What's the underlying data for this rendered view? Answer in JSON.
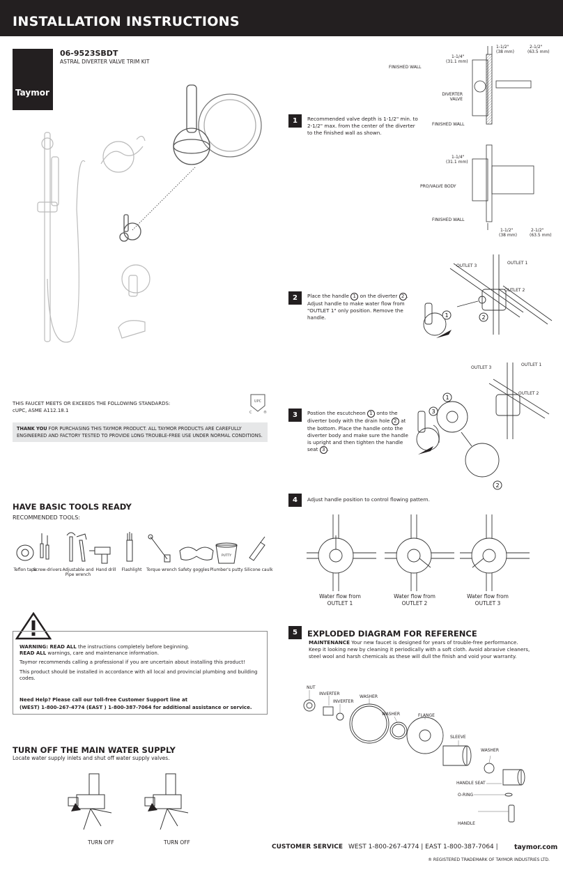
{
  "header": {
    "title": "INSTALLATION INSTRUCTIONS"
  },
  "logo": {
    "text": "Taymor"
  },
  "product": {
    "code": "06-9523SBDT",
    "name": "ASTRAL DIVERTER VALVE TRIM KIT"
  },
  "standards": {
    "line1": "THIS FAUCET MEETS OR EXCEEDS THE FOLLOWING STANDARDS:",
    "line2": "cUPC, ASME A112.18.1"
  },
  "banner": {
    "bold": "THANK YOU",
    "text": "FOR PURCHASING THIS TAYMOR PRODUCT. ALL TAYMOR PRODUCTS ARE  CAREFULLY ENGINEERED AND FACTORY TESTED TO PROVIDE LONG TROUBLE-FREE USE UNDER NORMAL CONDITIONS."
  },
  "tools": {
    "title": "HAVE BASIC TOOLS READY",
    "subtitle": "RECOMMENDED TOOLS:",
    "items": [
      {
        "label": "Teflon tape"
      },
      {
        "label": "Screw-drivers"
      },
      {
        "label": "Adjustable and Pipe wrench"
      },
      {
        "label": "Hand drill"
      },
      {
        "label": "Flashlight"
      },
      {
        "label": "Torque wrench"
      },
      {
        "label": "Safety goggles"
      },
      {
        "label": "Plumber's putty"
      },
      {
        "label": "Silicone caulk"
      }
    ],
    "putty_label": "PUTTY"
  },
  "warning": {
    "line1_bold": "WARNING: READ ALL",
    "line1": "the instructions completely before beginning.",
    "line2_bold": "READ ALL",
    "line2": "warnings, care and maintenance information.",
    "line3": "Taymor recommends calling a professional if you are uncertain about installing this product!",
    "line4": "This product should be installed in accordance with all local and provincial plumbing and building codes.",
    "help_bold": "Need Help?",
    "help": "Please call our toll-free Customer Support line at",
    "phones": "(WEST) 1-800-267-4774     (EAST ) 1-800-387-7064 for additional assistance or service."
  },
  "water": {
    "title": "TURN OFF THE MAIN WATER SUPPLY",
    "text": "Locate water supply inlets and shut off water supply valves.",
    "label1": "TURN OFF",
    "label2": "TURN OFF"
  },
  "steps": [
    {
      "num": "1",
      "text": "Recommended valve depth is 1-1/2\" min. to 2-1/2\" max. from the center of the diverter to the finished wall as shown."
    },
    {
      "num": "2",
      "text_a": "Place the handle",
      "text_b": "on the diverter",
      "text_c": ".",
      "text_d": "Adjust handle to make water flow from \"OUTLET 1\" only position. Remove the handle."
    },
    {
      "num": "3",
      "text_a": "Postion the escutcheon",
      "text_b": "onto the diverter body with the drain hole",
      "text_c": "at the bottom. Place the handle onto the diverter body and make sure the handle is upright and then tighten the handle seat",
      "text_d": "."
    },
    {
      "num": "4",
      "text": "Adjust handle position to control flowing pattern."
    },
    {
      "num": "5",
      "title": "EXPLODED DIAGRAM FOR REFERENCE",
      "maint_bold": "MAINTENANCE",
      "maint": "Your new faucet is designed for years of trouble-free performance. Keep it looking new by cleaning it periodically with a soft cloth. Avoid abrasive cleaners, steel wool and harsh chemicals as these will dull the finish and void your warranty."
    }
  ],
  "circled": {
    "one": "1",
    "two": "2",
    "three": "3"
  },
  "diagram1": {
    "dim_a": "1-1/2\"",
    "dim_a_mm": "(38 mm)",
    "dim_b": "2-1/2\"",
    "dim_b_mm": "(63.5 mm)",
    "dim_c": "1-1/4\"",
    "dim_c_mm": "(31.1 mm)",
    "finished_wall": "FINISHED WALL",
    "diverter_valve": "DIVERTER VALVE",
    "pro_valve_body": "PRO/VALVE  BODY"
  },
  "outlets": {
    "o1": "OUTLET 1",
    "o2": "OUTLET 2",
    "o3": "OUTLET 3"
  },
  "flow": [
    {
      "line1": "Water flow from",
      "line2": "OUTLET 1"
    },
    {
      "line1": "Water flow from",
      "line2": "OUTLET 2"
    },
    {
      "line1": "Water flow from",
      "line2": "OUTLET 3"
    }
  ],
  "exploded": {
    "nut": "NUT",
    "inverter1": "INVERTER",
    "inverter2": "INVERTER",
    "washer1": "WASHER",
    "washer2": "WASHER",
    "flange": "FLANGE",
    "sleeve": "SLEEVE",
    "washer3": "WASHER",
    "handle_seat": "HANDLE SEAT",
    "oring": "O-RING",
    "handle": "HANDLE"
  },
  "footer": {
    "cs": "CUSTOMER SERVICE",
    "phones": "WEST 1-800-267-4774   |   EAST 1-800-387-7064   |",
    "site": "taymor.com",
    "tm": "® REGISTERED TRADEMARK OF TAYMOR INDUSTRIES LTD."
  }
}
